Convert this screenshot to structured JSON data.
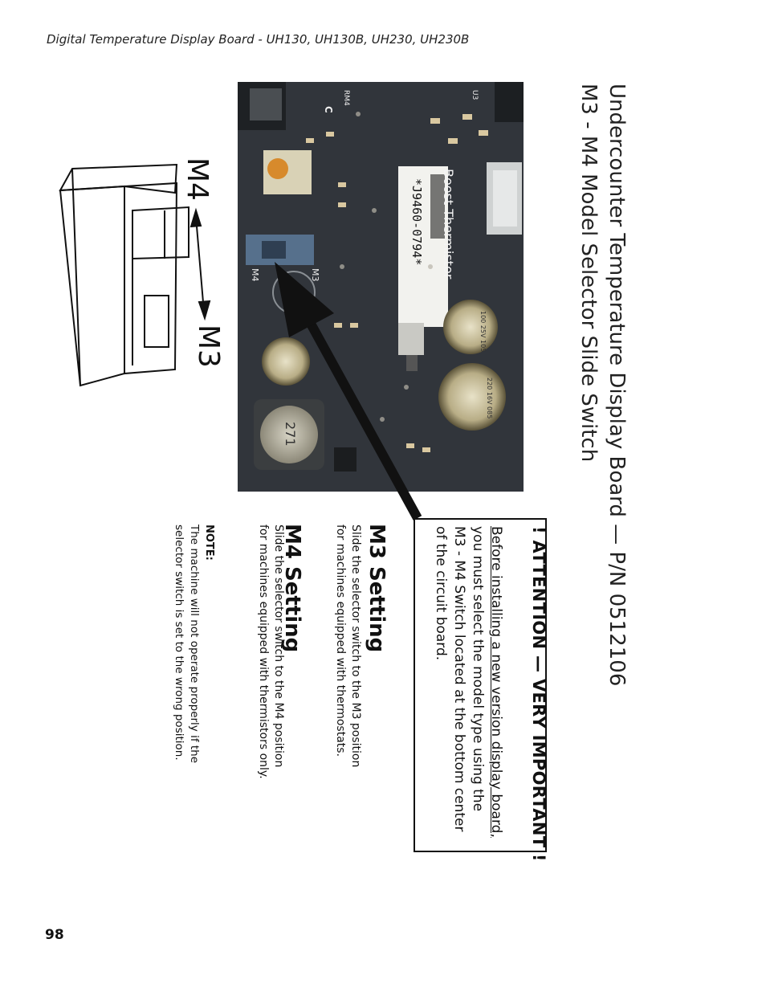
{
  "header": {
    "title": "Digital Temperature Display Board - UH130, UH130B, UH230, UH230B",
    "page_number": "98"
  },
  "heading": {
    "line1": "Undercounter Temperature Display Board  — P/N 0512106",
    "line2": "M3 - M4 Model Selector Slide Switch"
  },
  "attention": {
    "heading": "! ATTENTION — VERY IMPORTANT !",
    "line1": "Before installing a new version display board,",
    "line2": "you must select the model type using the",
    "line3": "M3 - M4 Switch located at the bottom center",
    "line4": "of the circuit board."
  },
  "m3": {
    "heading": "M3 Setting",
    "line1": "Slide the selector switch to the M3 position",
    "line2": "for machines equipped with thermostats."
  },
  "m4": {
    "heading": "M4 Setting",
    "line1": "Slide the selector switch to the M4 position",
    "line2": "for machines equipped with thermistors only."
  },
  "note": {
    "heading": "NOTE:",
    "line1": "The machine will not operate properly if the",
    "line2": "selector switch is set to the wrong position."
  },
  "switch_diagram": {
    "label_m4": "M4",
    "label_m3": "M3"
  },
  "board_photo": {
    "label_boost": "Boost Thermistor",
    "sticker_code": "*J9460-0794*",
    "inductor_code": "271",
    "label_m3": "M3",
    "label_m4": "M4",
    "cap_c11": "100 25V 105",
    "cap_c12": "220 16V 085",
    "label_rm4": "RM4",
    "label_c": "C",
    "label_u3": "U3"
  }
}
